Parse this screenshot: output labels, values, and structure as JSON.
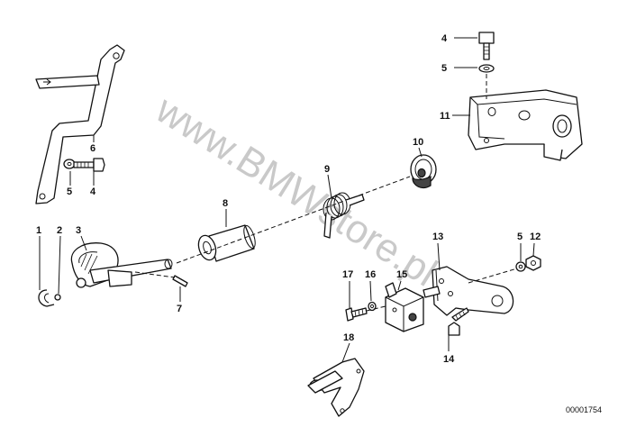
{
  "watermark": "www.BMWstore.pl",
  "document_number": "00001754",
  "callouts": {
    "c1": "1",
    "c2": "2",
    "c3": "3",
    "c4a": "4",
    "c4b": "4",
    "c5a": "5",
    "c5b": "5",
    "c5c": "5",
    "c6": "6",
    "c7": "7",
    "c8": "8",
    "c9": "9",
    "c10": "10",
    "c11": "11",
    "c12": "12",
    "c13": "13",
    "c14": "14",
    "c15": "15",
    "c16": "16",
    "c17": "17",
    "c18": "18"
  },
  "colors": {
    "line": "#111111",
    "background": "#ffffff",
    "watermark": "#b8b8b8"
  }
}
